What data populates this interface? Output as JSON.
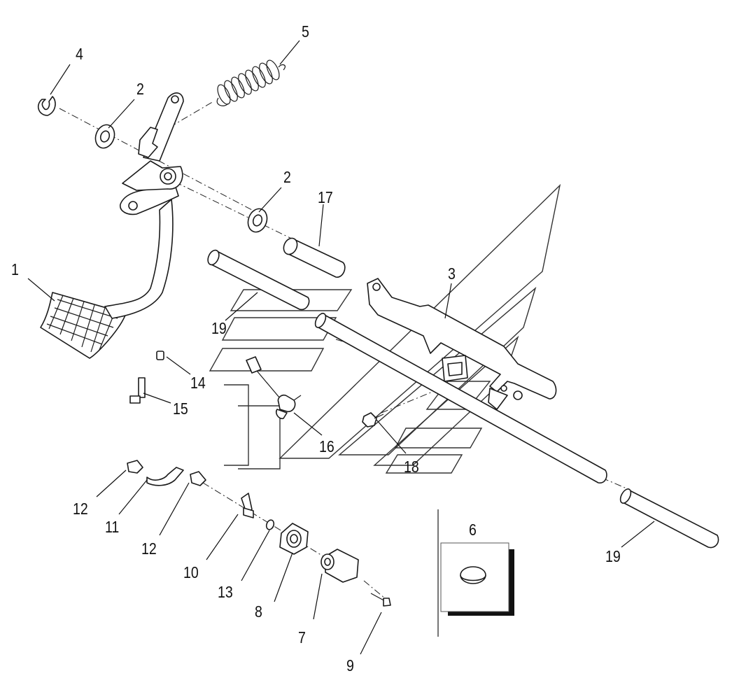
{
  "diagram": {
    "callouts": [
      {
        "id": "c1",
        "text": "1"
      },
      {
        "id": "c2a",
        "text": "2"
      },
      {
        "id": "c2b",
        "text": "2"
      },
      {
        "id": "c3",
        "text": "3"
      },
      {
        "id": "c4",
        "text": "4"
      },
      {
        "id": "c5",
        "text": "5"
      },
      {
        "id": "c6",
        "text": "6"
      },
      {
        "id": "c7",
        "text": "7"
      },
      {
        "id": "c8",
        "text": "8"
      },
      {
        "id": "c9",
        "text": "9"
      },
      {
        "id": "c10",
        "text": "10"
      },
      {
        "id": "c11",
        "text": "11"
      },
      {
        "id": "c12a",
        "text": "12"
      },
      {
        "id": "c12b",
        "text": "12"
      },
      {
        "id": "c13",
        "text": "13"
      },
      {
        "id": "c14",
        "text": "14"
      },
      {
        "id": "c15",
        "text": "15"
      },
      {
        "id": "c16",
        "text": "16"
      },
      {
        "id": "c17",
        "text": "17"
      },
      {
        "id": "c18",
        "text": "18"
      },
      {
        "id": "c19a",
        "text": "19"
      },
      {
        "id": "c19b",
        "text": "19"
      }
    ],
    "colors": {
      "line": "#1a1a1a",
      "background": "#ffffff",
      "shadow": "#111111"
    }
  }
}
